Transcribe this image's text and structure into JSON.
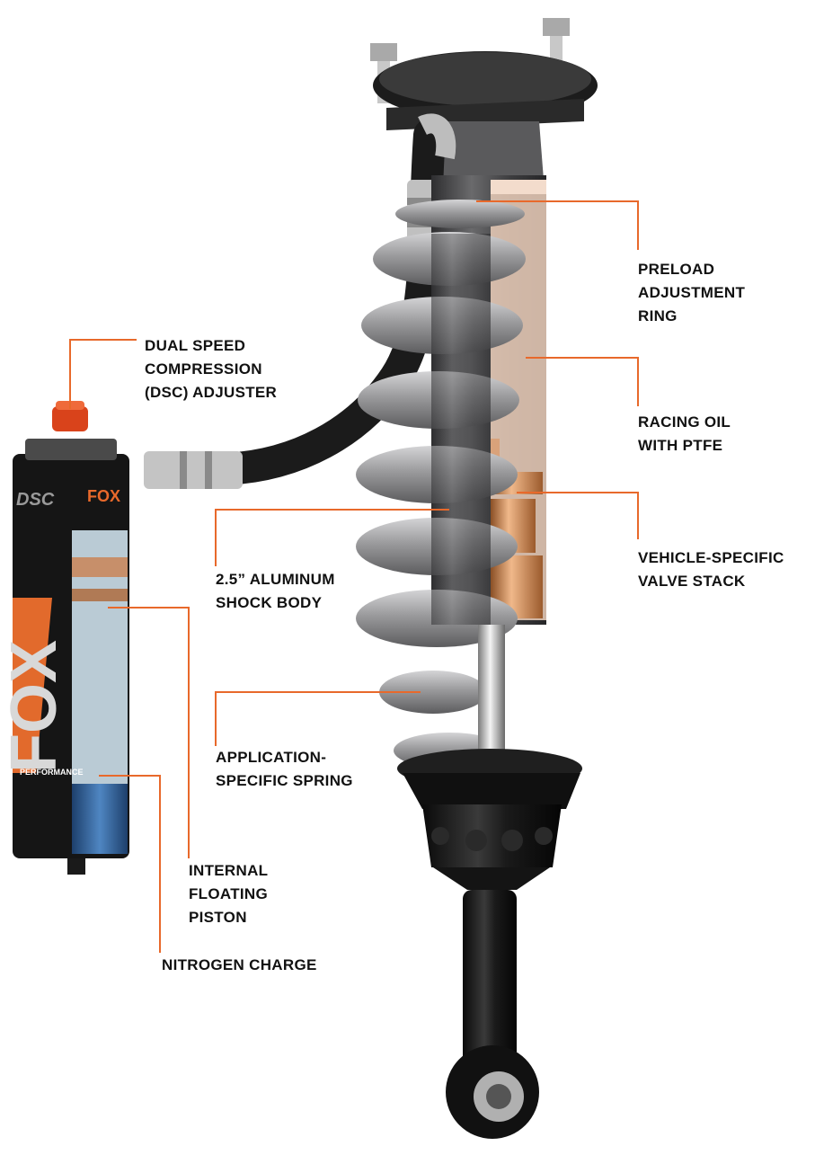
{
  "colors": {
    "leader_line": "#e8692b",
    "label_text": "#111111",
    "background": "#ffffff",
    "spring": "#8d8d8f",
    "body": "#4a4a4c",
    "mount": "#1a1a1a",
    "oil_window": "#e8c8b4",
    "nitrogen_window": "#c9dbe6",
    "valve": "#c8864f",
    "floating_piston": "#2f5f96",
    "dsc_knob": "#d9431b"
  },
  "reservoir": {
    "brand_text": "FOX",
    "dsc_text": "DSC",
    "performance_text": "PERFORMANCE"
  },
  "labels": {
    "preload": "PRELOAD\nADJUSTMENT\nRING",
    "racing_oil": "RACING OIL\nWITH PTFE",
    "valve_stack": "VEHICLE-SPECIFIC\nVALVE STACK",
    "dsc_adjuster": "DUAL SPEED\nCOMPRESSION\n(DSC) ADJUSTER",
    "shock_body": "2.5” ALUMINUM\nSHOCK BODY",
    "spring": "APPLICATION-\nSPECIFIC SPRING",
    "floating_piston": "INTERNAL\nFLOATING\nPISTON",
    "nitrogen": "NITROGEN CHARGE"
  }
}
